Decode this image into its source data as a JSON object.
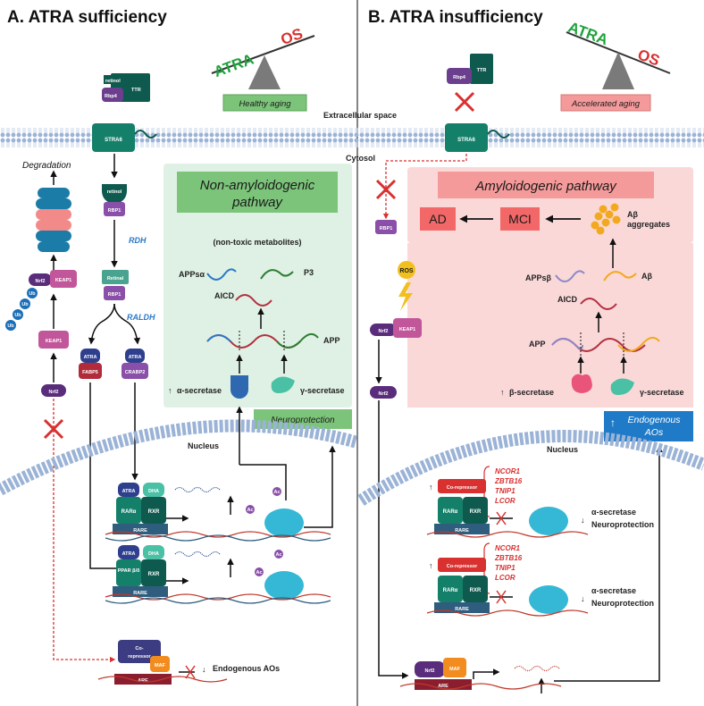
{
  "panelA": {
    "title": "A.  ATRA sufficiency",
    "balance": {
      "left": "ATRA",
      "right": "OS",
      "caption": "Healthy aging"
    },
    "protein_complex": {
      "retinol": "retinol",
      "rbp4": "Rbp4",
      "ttr": "TTR"
    },
    "stra6": "STRA6",
    "degradation": "Degradation",
    "ub": "Ub",
    "nrf2": "Nrf2",
    "keap1": "KEAP1",
    "retinol_rbp1": {
      "top": "retinol",
      "bottom": "RBP1"
    },
    "rdh": "RDH",
    "retinal_rbp1": {
      "top": "Retinal",
      "bottom": "RBP1"
    },
    "raldh": "RALDH",
    "atra": "ATRA",
    "fabp5": "FABP5",
    "crabp2": "CRABP2",
    "pathway_title": "Non-amyloidogenic pathway",
    "metabolites": "(non-toxic metabolites)",
    "appsa": "APPsα",
    "p3": "P3",
    "aicd": "AICD",
    "app": "APP",
    "alpha_secretase": "α-secretase",
    "gamma_secretase": "γ-secretase",
    "neuroprotection": "Neuroprotection",
    "nucleus": "Nucleus",
    "dha": "DHA",
    "rara": "RARα",
    "rxr": "RXR",
    "rare": "RARE",
    "ppar": "PPAR β/δ",
    "ac": "Ac",
    "corepressor": "Co-repressor",
    "maf": "MAF",
    "are": "ARE",
    "endogenous_aos": "Endogenous AOs"
  },
  "panelB": {
    "title": "B.  ATRA insufficiency",
    "balance": {
      "left": "ATRA",
      "right": "OS",
      "caption": "Accelerated aging"
    },
    "rbp4": "Rbp4",
    "ttr": "TTR",
    "stra6": "STRA6",
    "rbp1": "RBP1",
    "pathway_title": "Amyloidogenic pathway",
    "ad": "AD",
    "mci": "MCI",
    "ab_aggregates": "Aβ aggregates",
    "ros": "ROS",
    "nrf2": "Nrf2",
    "keap1": "KEAP1",
    "appsb": "APPsβ",
    "ab": "Aβ",
    "aicd": "AICD",
    "app": "APP",
    "beta_secretase": "β-secretase",
    "gamma_secretase": "γ-secretase",
    "endogenous_aos": "Endogenous AOs",
    "nucleus": "Nucleus",
    "corepressor": "Co-repressor",
    "genes": [
      "NCOR1",
      "ZBTB16",
      "TNIP1",
      "LCOR"
    ],
    "rara": "RARα",
    "rxr": "RXR",
    "rare": "RARE",
    "alpha_secretase": "α-secretase",
    "neuroprotection": "Neuroprotection",
    "maf": "MAF",
    "are": "ARE"
  },
  "shared": {
    "extracellular": "Extracellular space",
    "cytosol": "Cytosol"
  },
  "colors": {
    "green_box": "#dff1e4",
    "green_header": "#7cc47a",
    "pink_box": "#fbd8d8",
    "pink_header": "#f59a9a",
    "blue_box": "#1f7bc8",
    "membrane": "#9bb3d6",
    "rbp_purple": "#8a4fa8",
    "teal": "#15806a",
    "darkteal": "#0f5a4f",
    "nrf2_purple": "#5a2d7c",
    "keap1_pink": "#c2569a",
    "red": "#d93030"
  }
}
